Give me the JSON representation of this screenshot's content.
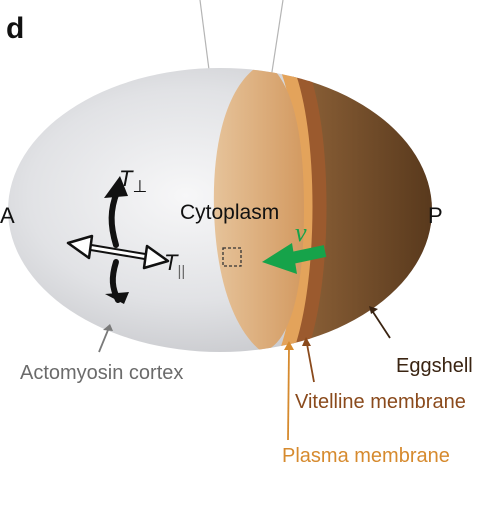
{
  "panel": {
    "label": "d"
  },
  "poles": {
    "anterior": "A",
    "posterior": "P"
  },
  "regions": {
    "cytoplasm": "Cytoplasm"
  },
  "tension": {
    "perpendicular": {
      "symbol": "T",
      "subscript": "⊥"
    },
    "parallel": {
      "symbol": "T",
      "subscript": "||"
    }
  },
  "flow": {
    "velocity_symbol": "v",
    "color": "#16a34a"
  },
  "labels": {
    "actomyosin_cortex": "Actomyosin cortex",
    "eggshell": "Eggshell",
    "vitelline_membrane": "Vitelline membrane",
    "plasma_membrane": "Plasma membrane"
  },
  "colors": {
    "cortex": "#d9dadd",
    "cytoplasm": "#d9aa7b",
    "eggshell": "#6e4a28",
    "vitelline": "#9b5a2e",
    "plasma_membrane": "#e3a35b",
    "label_gray": "#6b6b6b",
    "label_brown": "#8a4a1c",
    "label_orange": "#d68a2e"
  }
}
